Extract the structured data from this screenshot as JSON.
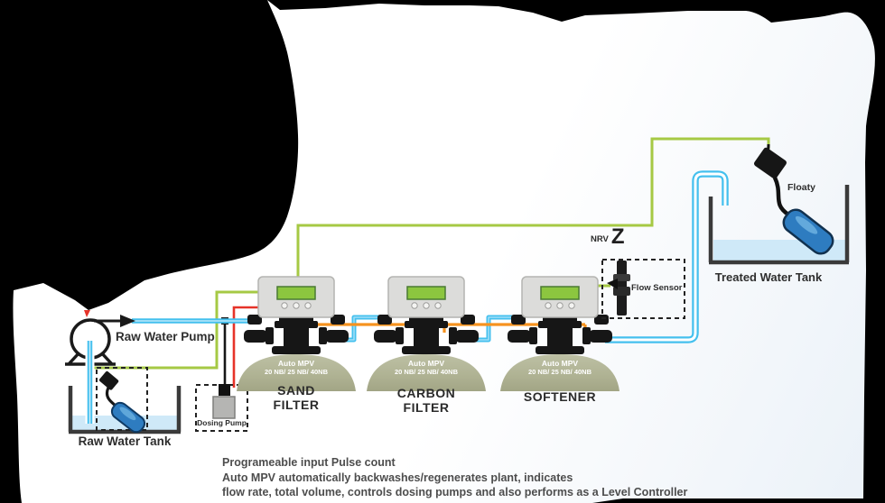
{
  "diagram": {
    "pump_label": "Raw Water Pump",
    "raw_tank_label": "Raw Water Tank",
    "dosing_pump_label": "Dosing Pump",
    "nrv_label": "NRV",
    "nrv_symbol": "Z",
    "flow_sensor_label": "Flow Sensor",
    "floaty_label": "Floaty",
    "treated_tank_label": "Treated Water Tank",
    "valve_model": {
      "line1": "Auto MPV",
      "line2": "20 NB/ 25 NB/ 40NB"
    },
    "units": [
      {
        "line1": "SAND",
        "line2": "FILTER"
      },
      {
        "line1": "CARBON",
        "line2": "FILTER"
      },
      {
        "line1": "SOFTENER",
        "line2": ""
      }
    ]
  },
  "notes": {
    "line1": "Programeable input Pulse count",
    "line2": "Auto MPV automatically backwashes/regenerates plant, indicates",
    "line3": "flow rate, total volume, controls dosing pumps and also performs as  a Level Controller"
  },
  "colors": {
    "wire_green": "#a6c944",
    "pipe_blue": "#45c0ee",
    "pipe_orange": "#f6921e",
    "wire_red": "#e63329",
    "water_fill": "#cfe9f8",
    "tank_dome": "#b3b697",
    "float_blue": "#2e7cc0",
    "frame_black": "#000000"
  }
}
